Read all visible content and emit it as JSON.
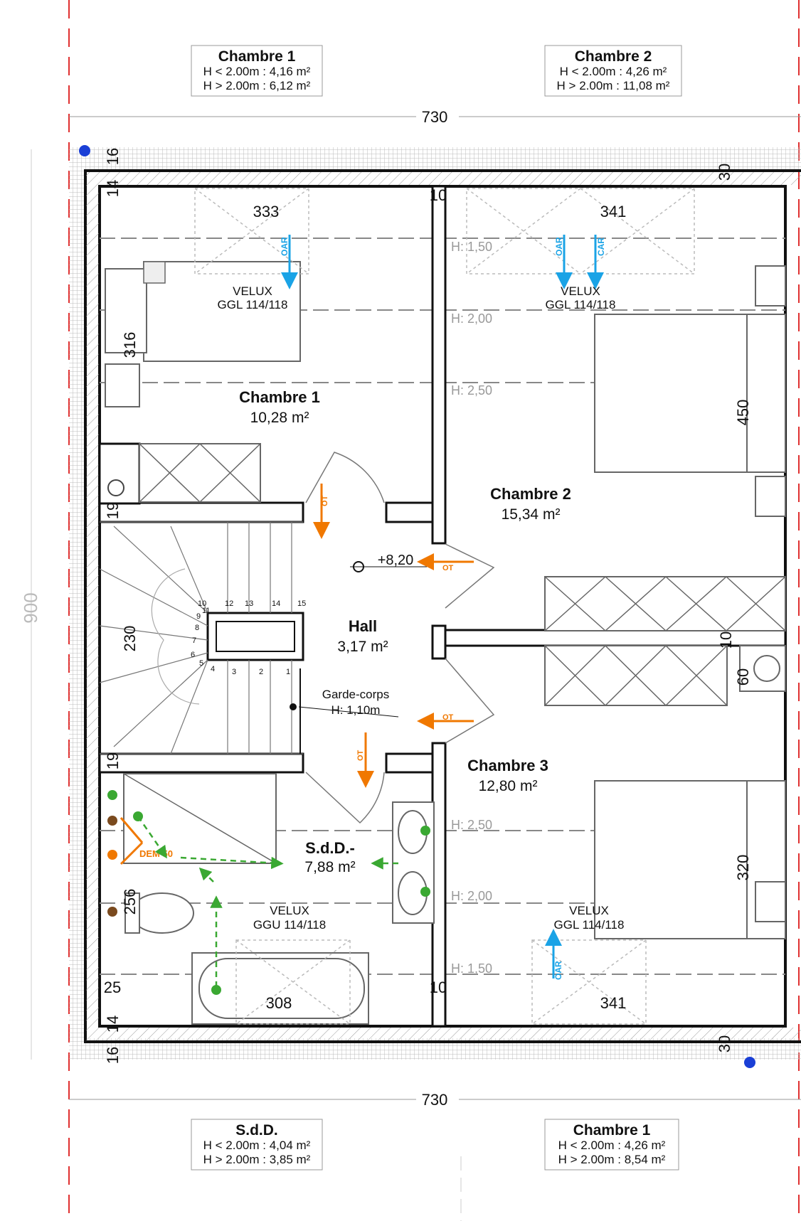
{
  "colors": {
    "wall": "#111111",
    "arrow_orange": "#f07800",
    "arrow_blue": "#1aa3e6",
    "pipe_green": "#3aa832",
    "pipe_brown": "#7a4a1e",
    "guide_red": "#e03030",
    "marker_blue": "#1a3fd6"
  },
  "top_boxes": [
    {
      "title": "Chambre 1",
      "line1": "H < 2.00m : 4,16 m²",
      "line2": "H > 2.00m : 6,12 m²"
    },
    {
      "title": "Chambre 2",
      "line1": "H < 2.00m : 4,26 m²",
      "line2": "H > 2.00m : 11,08 m²"
    }
  ],
  "bottom_boxes": [
    {
      "title": "S.d.D.",
      "line1": "H < 2.00m : 4,04 m²",
      "line2": "H > 2.00m : 3,85 m²"
    },
    {
      "title": "Chambre 1",
      "line1": "H < 2.00m : 4,26 m²",
      "line2": "H > 2.00m : 8,54 m²"
    }
  ],
  "dimensions": {
    "top_width": "730",
    "bottom_width": "730",
    "total_height": "900",
    "top_16": "16",
    "bottom_16": "16",
    "top_14": "14",
    "bottom_14": "14",
    "top_30": "30",
    "bottom_30": "30",
    "c1_width": "333",
    "c2_width": "341",
    "sdd_width": "308",
    "c3_width": "341",
    "wall_top_10": "10",
    "wall_mid_10": "10",
    "wall_bot_10": "10",
    "c1_depth": "316",
    "c2_depth": "450",
    "stair_depth": "230",
    "sdd_depth": "256",
    "c3_depth": "320",
    "closet_60": "60",
    "wall_19a": "19",
    "wall_19b": "19",
    "wall_25": "25"
  },
  "heights": {
    "h150_top": "H: 1,50",
    "h200_top": "H: 2,00",
    "h250_top": "H: 2,50",
    "h250_bot": "H: 2,50",
    "h200_bot": "H: 2,00",
    "h150_bot": "H: 1,50"
  },
  "rooms": {
    "chambre1": {
      "name": "Chambre 1",
      "area": "10,28 m²"
    },
    "chambre2": {
      "name": "Chambre 2",
      "area": "15,34 m²"
    },
    "hall": {
      "name": "Hall",
      "area": "3,17 m²"
    },
    "chambre3": {
      "name": "Chambre 3",
      "area": "12,80 m²"
    },
    "sdd": {
      "name": "S.d.D.-",
      "area": "7,88 m²"
    }
  },
  "velux": [
    {
      "name": "VELUX",
      "model": "GGL 114/118"
    },
    {
      "name": "VELUX",
      "model": "GGL 114/118"
    },
    {
      "name": "VELUX",
      "model": "GGU 114/118"
    },
    {
      "name": "VELUX",
      "model": "GGL 114/118"
    }
  ],
  "labels": {
    "level": "+8,20",
    "garde_corps": "Garde-corps",
    "garde_corps_h": "H: 1,10m",
    "oar": "OAR",
    "car": "CAR",
    "ot": "OT",
    "dem": "DEM 50"
  },
  "stair_steps": [
    "1",
    "2",
    "3",
    "4",
    "5",
    "6",
    "7",
    "8",
    "9",
    "10",
    "11",
    "12",
    "13",
    "14",
    "15"
  ]
}
